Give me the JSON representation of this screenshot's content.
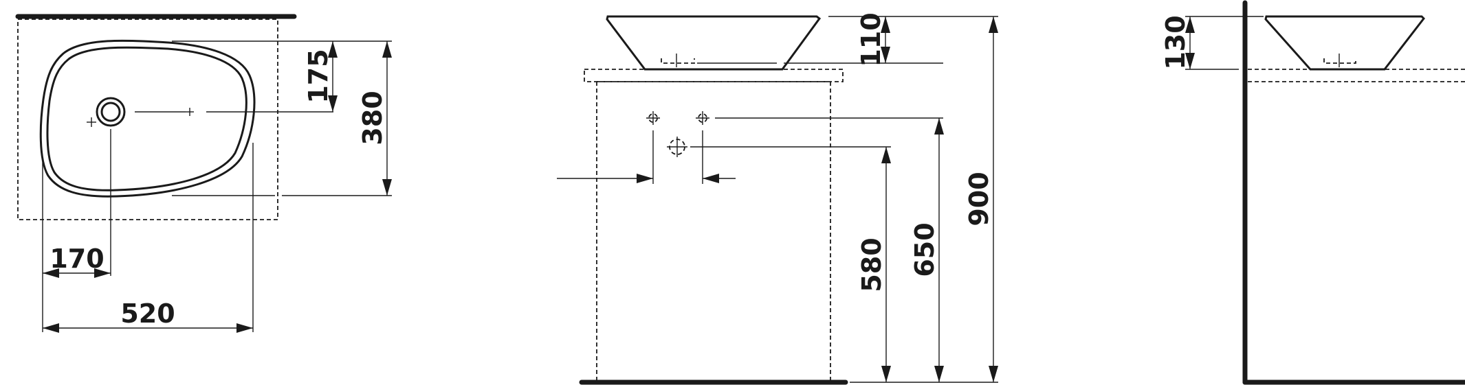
{
  "drawing": {
    "dimensions": {
      "top_view": {
        "width": "520",
        "drain_offset_x": "170",
        "depth": "380",
        "drain_offset_y": "175"
      },
      "front_view": {
        "bowl_height": "110",
        "total_height": "900",
        "tap_height": "650",
        "drain_height": "580"
      },
      "side_view": {
        "bowl_height": "130"
      }
    }
  }
}
